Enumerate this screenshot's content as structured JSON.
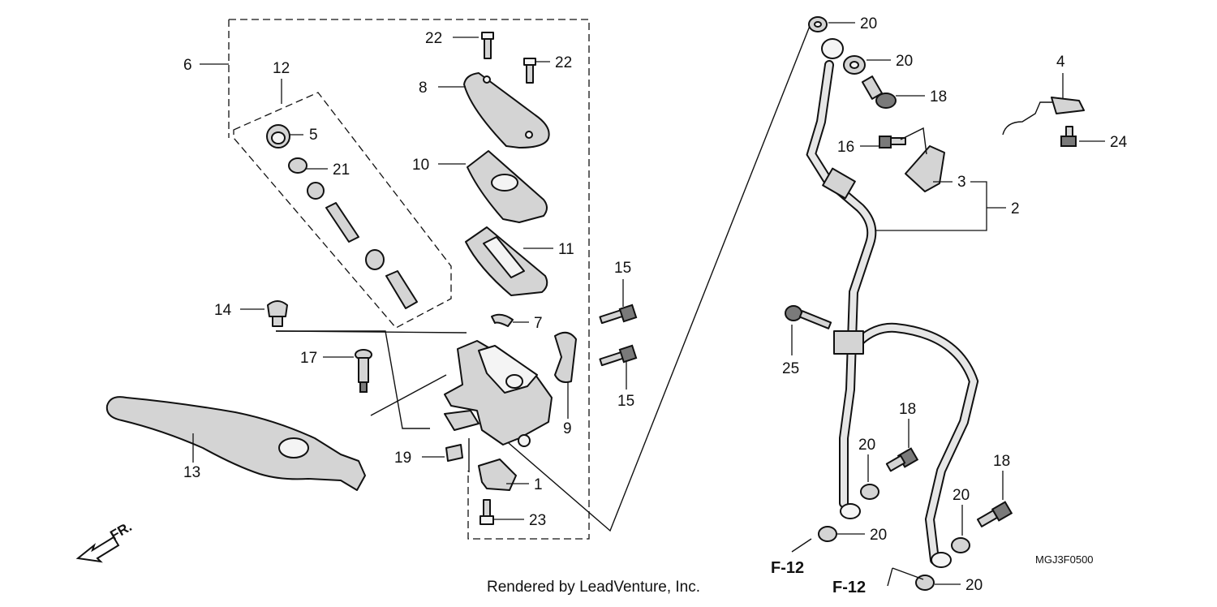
{
  "callouts": [
    {
      "id": "c1",
      "label": "1"
    },
    {
      "id": "c2",
      "label": "2"
    },
    {
      "id": "c3",
      "label": "3"
    },
    {
      "id": "c4",
      "label": "4"
    },
    {
      "id": "c5",
      "label": "5"
    },
    {
      "id": "c6",
      "label": "6"
    },
    {
      "id": "c7",
      "label": "7"
    },
    {
      "id": "c8",
      "label": "8"
    },
    {
      "id": "c9",
      "label": "9"
    },
    {
      "id": "c10",
      "label": "10"
    },
    {
      "id": "c11",
      "label": "11"
    },
    {
      "id": "c12",
      "label": "12"
    },
    {
      "id": "c13",
      "label": "13"
    },
    {
      "id": "c14",
      "label": "14"
    },
    {
      "id": "c15a",
      "label": "15"
    },
    {
      "id": "c15b",
      "label": "15"
    },
    {
      "id": "c16",
      "label": "16"
    },
    {
      "id": "c17",
      "label": "17"
    },
    {
      "id": "c18a",
      "label": "18"
    },
    {
      "id": "c18b",
      "label": "18"
    },
    {
      "id": "c18c",
      "label": "18"
    },
    {
      "id": "c19",
      "label": "19"
    },
    {
      "id": "c20a",
      "label": "20"
    },
    {
      "id": "c20b",
      "label": "20"
    },
    {
      "id": "c20c",
      "label": "20"
    },
    {
      "id": "c20d",
      "label": "20"
    },
    {
      "id": "c20e",
      "label": "20"
    },
    {
      "id": "c20f",
      "label": "20"
    },
    {
      "id": "c21",
      "label": "21"
    },
    {
      "id": "c22a",
      "label": "22"
    },
    {
      "id": "c22b",
      "label": "22"
    },
    {
      "id": "c23",
      "label": "23"
    },
    {
      "id": "c24",
      "label": "24"
    },
    {
      "id": "c25",
      "label": "25"
    }
  ],
  "references": {
    "f12_left": "F-12",
    "f12_right": "F-12"
  },
  "front_marker": "FR.",
  "diagram_code": "MGJ3F0500",
  "credit": "Rendered by LeadVenture, Inc."
}
